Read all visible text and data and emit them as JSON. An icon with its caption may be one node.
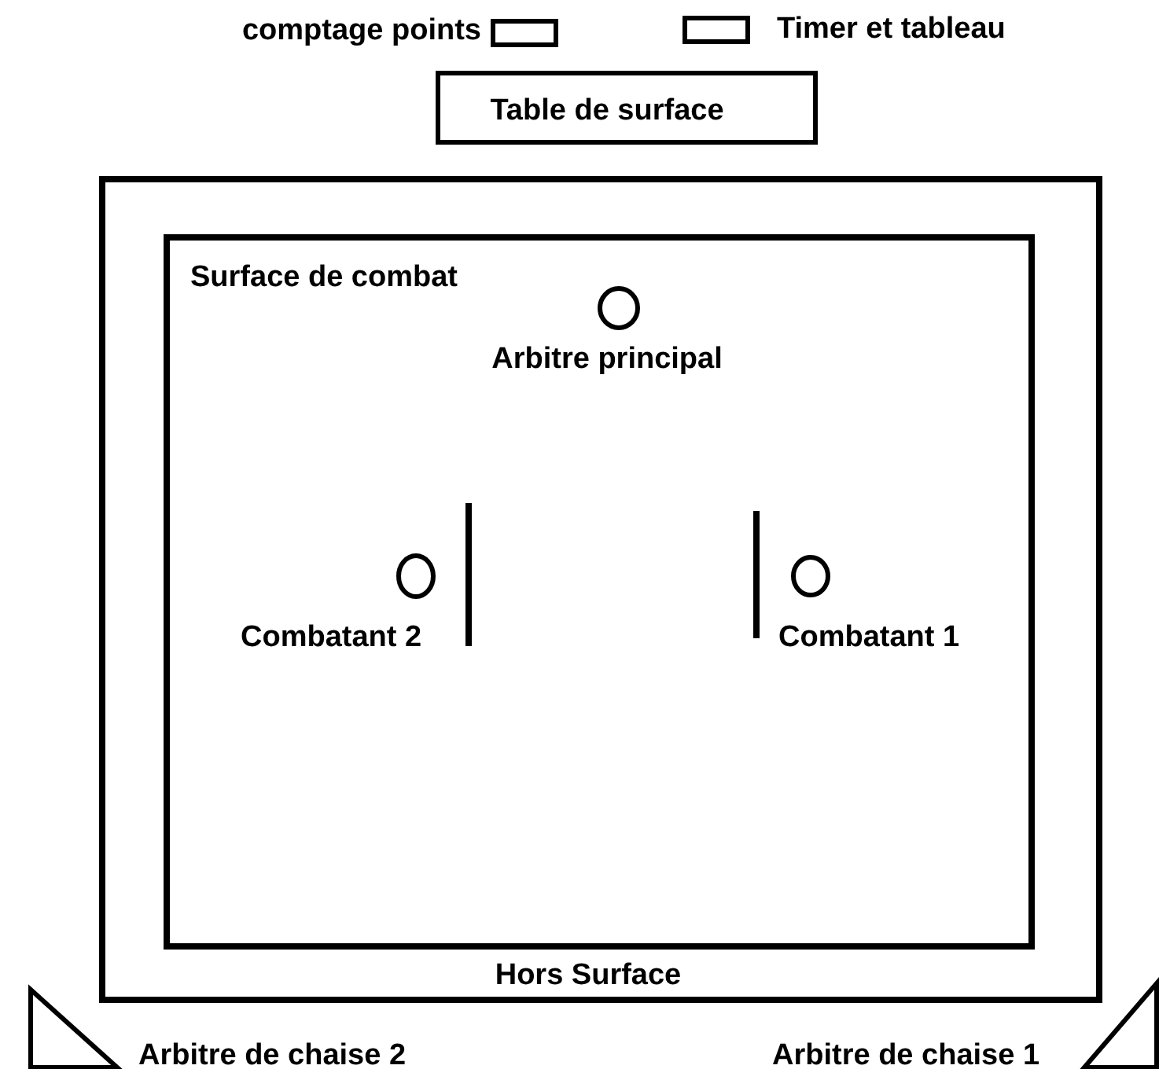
{
  "diagram": {
    "nodes": [
      {
        "text": [],
        "shape": "box",
        "beside": [
          "comptage points"
        ]
      },
      {
        "text": [],
        "shape": "box",
        "beside": [
          "Timer et tableau"
        ]
      },
      {
        "text": [
          "Table de surface"
        ]
      },
      {
        "text": [
          "Hors Surface"
        ]
      },
      {
        "text": [
          "Surface de combat"
        ],
        "in": 3
      },
      {
        "text": [],
        "shape": "circle",
        "in": 4,
        "beside": [
          "Arbitre principal"
        ]
      },
      {
        "text": [],
        "shape": "circle",
        "in": 4,
        "beside": [
          "Combatant 2"
        ]
      },
      {
        "text": [],
        "shape": "circle",
        "in": 4,
        "beside": [
          "Combatant 1"
        ]
      },
      {
        "text": [],
        "shape": "triangle",
        "beside": [
          "Arbitre de chaise 2"
        ]
      },
      {
        "text": [],
        "shape": "triangle",
        "beside": [
          "Arbitre de chaise 1"
        ]
      }
    ]
  }
}
